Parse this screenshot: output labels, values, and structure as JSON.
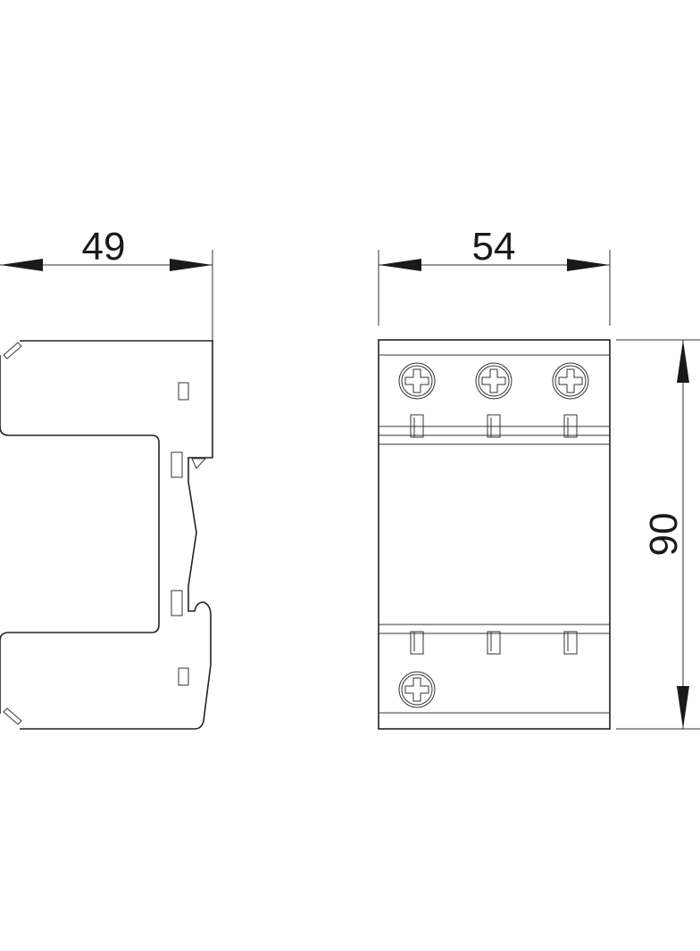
{
  "dimensions": {
    "side_width": "49",
    "front_width": "54",
    "height": "90"
  },
  "colors": {
    "line": "#222222",
    "background": "#ffffff"
  }
}
